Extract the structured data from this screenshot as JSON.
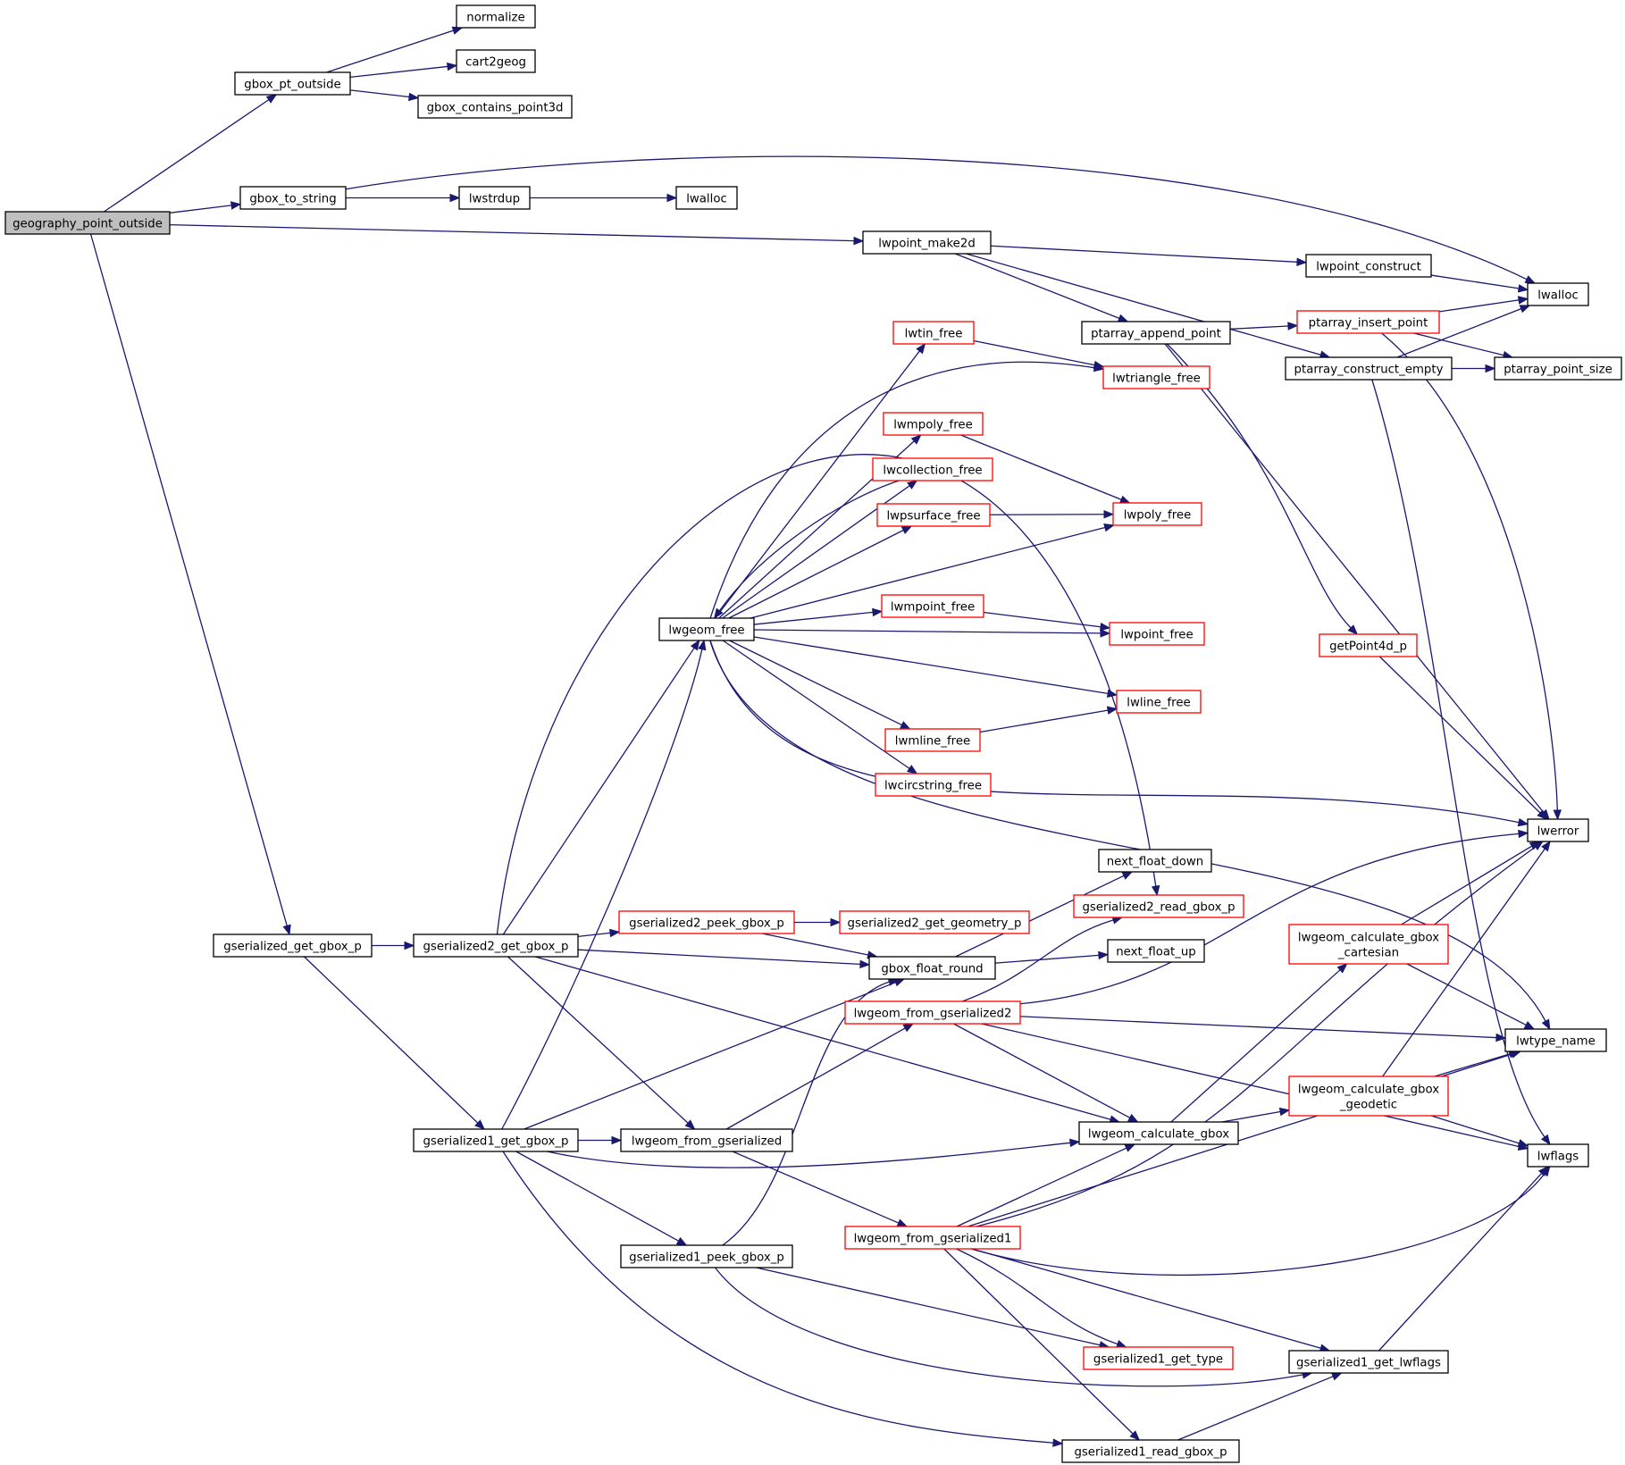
{
  "colors": {
    "edge": "#191970",
    "node_border": "#000000",
    "node_border_incomplete": "#ff0000",
    "root_fill": "#bfbfbf",
    "node_fill": "#ffffff"
  },
  "nodes": [
    {
      "id": "geography_point_outside",
      "lines": [
        "geography_point_outside"
      ],
      "style": "root"
    },
    {
      "id": "gbox_pt_outside",
      "lines": [
        "gbox_pt_outside"
      ],
      "style": "normal"
    },
    {
      "id": "normalize",
      "lines": [
        "normalize"
      ],
      "style": "normal"
    },
    {
      "id": "cart2geog",
      "lines": [
        "cart2geog"
      ],
      "style": "normal"
    },
    {
      "id": "gbox_contains_point3d",
      "lines": [
        "gbox_contains_point3d"
      ],
      "style": "normal"
    },
    {
      "id": "gbox_to_string",
      "lines": [
        "gbox_to_string"
      ],
      "style": "normal"
    },
    {
      "id": "lwstrdup",
      "lines": [
        "lwstrdup"
      ],
      "style": "normal"
    },
    {
      "id": "lwalloc_a",
      "lines": [
        "lwalloc"
      ],
      "style": "normal"
    },
    {
      "id": "lwpoint_make2d",
      "lines": [
        "lwpoint_make2d"
      ],
      "style": "normal"
    },
    {
      "id": "lwpoint_construct",
      "lines": [
        "lwpoint_construct"
      ],
      "style": "normal"
    },
    {
      "id": "lwalloc_b",
      "lines": [
        "lwalloc"
      ],
      "style": "normal"
    },
    {
      "id": "ptarray_append_point",
      "lines": [
        "ptarray_append_point"
      ],
      "style": "normal"
    },
    {
      "id": "ptarray_insert_point",
      "lines": [
        "ptarray_insert_point"
      ],
      "style": "incomplete"
    },
    {
      "id": "ptarray_construct_empty",
      "lines": [
        "ptarray_construct_empty"
      ],
      "style": "normal"
    },
    {
      "id": "ptarray_point_size",
      "lines": [
        "ptarray_point_size"
      ],
      "style": "normal"
    },
    {
      "id": "lwtin_free",
      "lines": [
        "lwtin_free"
      ],
      "style": "incomplete"
    },
    {
      "id": "lwtriangle_free",
      "lines": [
        "lwtriangle_free"
      ],
      "style": "incomplete"
    },
    {
      "id": "lwmpoly_free",
      "lines": [
        "lwmpoly_free"
      ],
      "style": "incomplete"
    },
    {
      "id": "lwcollection_free",
      "lines": [
        "lwcollection_free"
      ],
      "style": "incomplete"
    },
    {
      "id": "lwpsurface_free",
      "lines": [
        "lwpsurface_free"
      ],
      "style": "incomplete"
    },
    {
      "id": "lwpoly_free",
      "lines": [
        "lwpoly_free"
      ],
      "style": "incomplete"
    },
    {
      "id": "lwgeom_free",
      "lines": [
        "lwgeom_free"
      ],
      "style": "normal"
    },
    {
      "id": "lwmpoint_free",
      "lines": [
        "lwmpoint_free"
      ],
      "style": "incomplete"
    },
    {
      "id": "lwpoint_free",
      "lines": [
        "lwpoint_free"
      ],
      "style": "incomplete"
    },
    {
      "id": "getPoint4d_p",
      "lines": [
        "getPoint4d_p"
      ],
      "style": "incomplete"
    },
    {
      "id": "lwline_free",
      "lines": [
        "lwline_free"
      ],
      "style": "incomplete"
    },
    {
      "id": "lwmline_free",
      "lines": [
        "lwmline_free"
      ],
      "style": "incomplete"
    },
    {
      "id": "lwcircstring_free",
      "lines": [
        "lwcircstring_free"
      ],
      "style": "incomplete"
    },
    {
      "id": "lwerror",
      "lines": [
        "lwerror"
      ],
      "style": "normal"
    },
    {
      "id": "next_float_down",
      "lines": [
        "next_float_down"
      ],
      "style": "normal"
    },
    {
      "id": "gserialized2_read_gbox_p",
      "lines": [
        "gserialized2_read_gbox_p"
      ],
      "style": "incomplete"
    },
    {
      "id": "gserialized_get_gbox_p",
      "lines": [
        "gserialized_get_gbox_p"
      ],
      "style": "normal"
    },
    {
      "id": "gserialized2_get_gbox_p",
      "lines": [
        "gserialized2_get_gbox_p"
      ],
      "style": "normal"
    },
    {
      "id": "gserialized2_peek_gbox_p",
      "lines": [
        "gserialized2_peek_gbox_p"
      ],
      "style": "incomplete"
    },
    {
      "id": "gserialized2_get_geometry_p",
      "lines": [
        "gserialized2_get_geometry_p"
      ],
      "style": "incomplete"
    },
    {
      "id": "lwgeom_calculate_gbox_cartesian",
      "lines": [
        "lwgeom_calculate_gbox",
        "_cartesian"
      ],
      "style": "incomplete"
    },
    {
      "id": "gbox_float_round",
      "lines": [
        "gbox_float_round"
      ],
      "style": "normal"
    },
    {
      "id": "next_float_up",
      "lines": [
        "next_float_up"
      ],
      "style": "normal"
    },
    {
      "id": "lwgeom_from_gserialized2",
      "lines": [
        "lwgeom_from_gserialized2"
      ],
      "style": "incomplete"
    },
    {
      "id": "lwtype_name",
      "lines": [
        "lwtype_name"
      ],
      "style": "normal"
    },
    {
      "id": "lwgeom_calculate_gbox_geodetic",
      "lines": [
        "lwgeom_calculate_gbox",
        "_geodetic"
      ],
      "style": "incomplete"
    },
    {
      "id": "gserialized1_get_gbox_p",
      "lines": [
        "gserialized1_get_gbox_p"
      ],
      "style": "normal"
    },
    {
      "id": "lwgeom_from_gserialized",
      "lines": [
        "lwgeom_from_gserialized"
      ],
      "style": "normal"
    },
    {
      "id": "lwgeom_calculate_gbox",
      "lines": [
        "lwgeom_calculate_gbox"
      ],
      "style": "normal"
    },
    {
      "id": "lwflags",
      "lines": [
        "lwflags"
      ],
      "style": "normal"
    },
    {
      "id": "lwgeom_from_gserialized1",
      "lines": [
        "lwgeom_from_gserialized1"
      ],
      "style": "incomplete"
    },
    {
      "id": "gserialized1_peek_gbox_p",
      "lines": [
        "gserialized1_peek_gbox_p"
      ],
      "style": "normal"
    },
    {
      "id": "gserialized1_get_type",
      "lines": [
        "gserialized1_get_type"
      ],
      "style": "incomplete"
    },
    {
      "id": "gserialized1_get_lwflags",
      "lines": [
        "gserialized1_get_lwflags"
      ],
      "style": "normal"
    },
    {
      "id": "gserialized1_read_gbox_p",
      "lines": [
        "gserialized1_read_gbox_p"
      ],
      "style": "normal"
    }
  ],
  "edges": [
    [
      "geography_point_outside",
      "gbox_pt_outside"
    ],
    [
      "geography_point_outside",
      "gbox_to_string"
    ],
    [
      "geography_point_outside",
      "lwpoint_make2d"
    ],
    [
      "geography_point_outside",
      "gserialized_get_gbox_p"
    ],
    [
      "gbox_pt_outside",
      "normalize"
    ],
    [
      "gbox_pt_outside",
      "cart2geog"
    ],
    [
      "gbox_pt_outside",
      "gbox_contains_point3d"
    ],
    [
      "gbox_to_string",
      "lwstrdup"
    ],
    [
      "gbox_to_string",
      "lwalloc_b"
    ],
    [
      "lwstrdup",
      "lwalloc_a"
    ],
    [
      "lwpoint_make2d",
      "lwpoint_construct"
    ],
    [
      "lwpoint_make2d",
      "ptarray_append_point"
    ],
    [
      "lwpoint_make2d",
      "ptarray_construct_empty"
    ],
    [
      "lwpoint_construct",
      "lwalloc_b"
    ],
    [
      "ptarray_append_point",
      "ptarray_insert_point"
    ],
    [
      "ptarray_append_point",
      "getPoint4d_p"
    ],
    [
      "ptarray_append_point",
      "lwerror"
    ],
    [
      "ptarray_insert_point",
      "lwalloc_b"
    ],
    [
      "ptarray_insert_point",
      "ptarray_point_size"
    ],
    [
      "ptarray_insert_point",
      "lwerror"
    ],
    [
      "ptarray_construct_empty",
      "lwalloc_b"
    ],
    [
      "ptarray_construct_empty",
      "ptarray_point_size"
    ],
    [
      "ptarray_construct_empty",
      "lwflags"
    ],
    [
      "getPoint4d_p",
      "lwerror"
    ],
    [
      "lwtin_free",
      "lwtriangle_free"
    ],
    [
      "lwmpoly_free",
      "lwpoly_free"
    ],
    [
      "lwpsurface_free",
      "lwpoly_free"
    ],
    [
      "lwmpoint_free",
      "lwpoint_free"
    ],
    [
      "lwmline_free",
      "lwline_free"
    ],
    [
      "lwgeom_free",
      "lwtin_free"
    ],
    [
      "lwgeom_free",
      "lwtriangle_free"
    ],
    [
      "lwgeom_free",
      "lwmpoly_free"
    ],
    [
      "lwgeom_free",
      "lwcollection_free"
    ],
    [
      "lwgeom_free",
      "lwpsurface_free"
    ],
    [
      "lwgeom_free",
      "lwpoly_free"
    ],
    [
      "lwgeom_free",
      "lwmpoint_free"
    ],
    [
      "lwgeom_free",
      "lwpoint_free"
    ],
    [
      "lwgeom_free",
      "lwline_free"
    ],
    [
      "lwgeom_free",
      "lwmline_free"
    ],
    [
      "lwgeom_free",
      "lwcircstring_free"
    ],
    [
      "lwgeom_free",
      "lwerror"
    ],
    [
      "lwgeom_free",
      "lwtype_name"
    ],
    [
      "lwcollection_free",
      "lwgeom_free"
    ],
    [
      "gserialized_get_gbox_p",
      "gserialized2_get_gbox_p"
    ],
    [
      "gserialized_get_gbox_p",
      "gserialized1_get_gbox_p"
    ],
    [
      "gserialized2_get_gbox_p",
      "gserialized2_read_gbox_p"
    ],
    [
      "gserialized2_get_gbox_p",
      "lwgeom_free"
    ],
    [
      "gserialized2_get_gbox_p",
      "gserialized2_peek_gbox_p"
    ],
    [
      "gserialized2_get_gbox_p",
      "gbox_float_round"
    ],
    [
      "gserialized2_get_gbox_p",
      "lwgeom_calculate_gbox"
    ],
    [
      "gserialized2_get_gbox_p",
      "lwgeom_from_gserialized"
    ],
    [
      "gserialized2_peek_gbox_p",
      "gserialized2_get_geometry_p"
    ],
    [
      "gserialized2_peek_gbox_p",
      "gbox_float_round"
    ],
    [
      "gbox_float_round",
      "next_float_down"
    ],
    [
      "gbox_float_round",
      "next_float_up"
    ],
    [
      "lwgeom_from_gserialized2",
      "gserialized2_read_gbox_p"
    ],
    [
      "lwgeom_from_gserialized2",
      "lwerror"
    ],
    [
      "lwgeom_from_gserialized2",
      "lwtype_name"
    ],
    [
      "lwgeom_from_gserialized2",
      "lwgeom_calculate_gbox"
    ],
    [
      "lwgeom_from_gserialized2",
      "lwflags"
    ],
    [
      "lwgeom_calculate_gbox_cartesian",
      "lwerror"
    ],
    [
      "lwgeom_calculate_gbox_cartesian",
      "lwtype_name"
    ],
    [
      "lwgeom_calculate_gbox_geodetic",
      "lwerror"
    ],
    [
      "lwgeom_calculate_gbox_geodetic",
      "lwtype_name"
    ],
    [
      "lwgeom_calculate_gbox_geodetic",
      "lwflags"
    ],
    [
      "lwgeom_calculate_gbox",
      "lwgeom_calculate_gbox_cartesian"
    ],
    [
      "lwgeom_calculate_gbox",
      "lwgeom_calculate_gbox_geodetic"
    ],
    [
      "gserialized1_get_gbox_p",
      "lwgeom_free"
    ],
    [
      "gserialized1_get_gbox_p",
      "gbox_float_round"
    ],
    [
      "gserialized1_get_gbox_p",
      "lwgeom_from_gserialized"
    ],
    [
      "gserialized1_get_gbox_p",
      "lwgeom_calculate_gbox"
    ],
    [
      "gserialized1_get_gbox_p",
      "gserialized1_peek_gbox_p"
    ],
    [
      "gserialized1_get_gbox_p",
      "gserialized1_read_gbox_p"
    ],
    [
      "lwgeom_from_gserialized",
      "lwgeom_from_gserialized2"
    ],
    [
      "lwgeom_from_gserialized",
      "lwgeom_from_gserialized1"
    ],
    [
      "lwgeom_from_gserialized1",
      "lwgeom_calculate_gbox"
    ],
    [
      "lwgeom_from_gserialized1",
      "lwerror"
    ],
    [
      "lwgeom_from_gserialized1",
      "lwtype_name"
    ],
    [
      "lwgeom_from_gserialized1",
      "lwflags"
    ],
    [
      "lwgeom_from_gserialized1",
      "gserialized1_get_type"
    ],
    [
      "lwgeom_from_gserialized1",
      "gserialized1_get_lwflags"
    ],
    [
      "lwgeom_from_gserialized1",
      "gserialized1_read_gbox_p"
    ],
    [
      "gserialized1_peek_gbox_p",
      "gbox_float_round"
    ],
    [
      "gserialized1_peek_gbox_p",
      "gserialized1_get_type"
    ],
    [
      "gserialized1_peek_gbox_p",
      "gserialized1_get_lwflags"
    ],
    [
      "gserialized1_get_lwflags",
      "lwflags"
    ],
    [
      "gserialized1_read_gbox_p",
      "gserialized1_get_lwflags"
    ]
  ]
}
